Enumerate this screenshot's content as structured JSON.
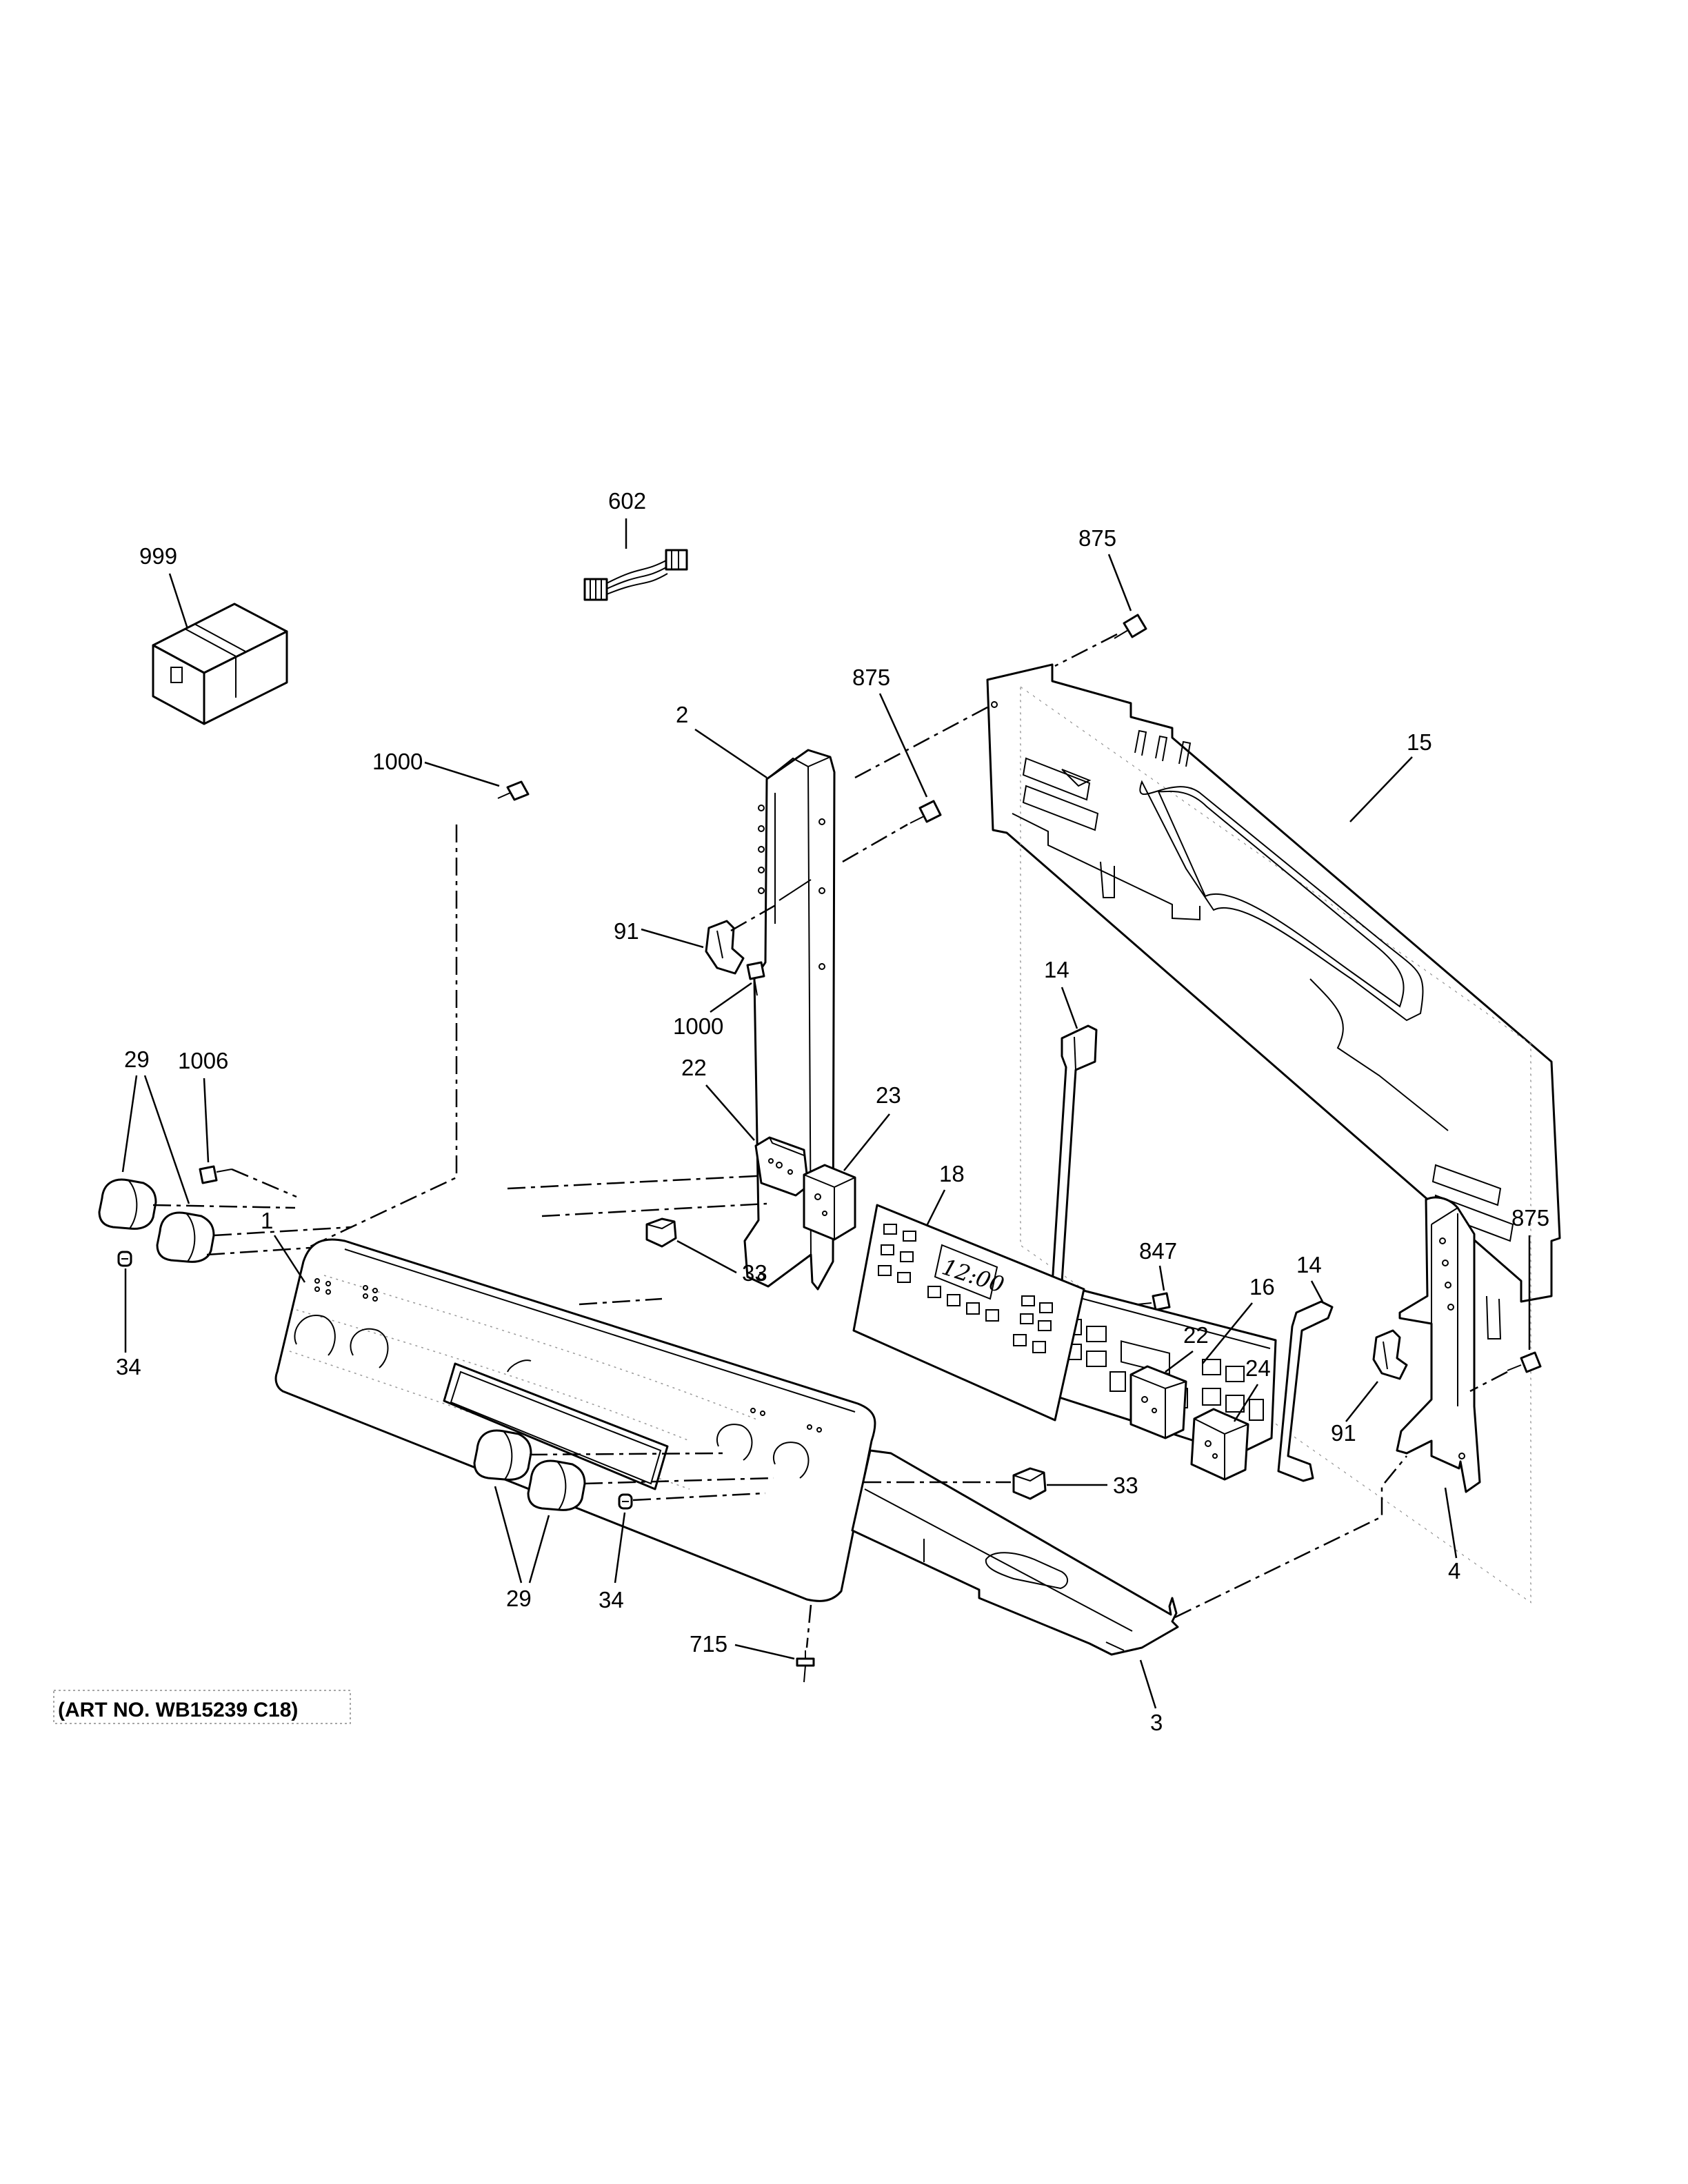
{
  "callouts": {
    "c999": "999",
    "c602": "602",
    "c875a": "875",
    "c875b": "875",
    "c875c": "875",
    "c1000a": "1000",
    "c1000b": "1000",
    "c2": "2",
    "c15": "15",
    "c91a": "91",
    "c91b": "91",
    "c1": "1",
    "c14a": "14",
    "c14b": "14",
    "c847": "847",
    "c16": "16",
    "c29a": "29",
    "c29b": "29",
    "c1006": "1006",
    "c22a": "22",
    "c22b": "22",
    "c23": "23",
    "c24": "24",
    "c18": "18",
    "c33a": "33",
    "c33b": "33",
    "c34a": "34",
    "c34b": "34",
    "c4": "4",
    "c715": "715",
    "c3": "3"
  },
  "display": {
    "clock": "12:00"
  },
  "art_number": "(ART NO. WB15239 C18)"
}
